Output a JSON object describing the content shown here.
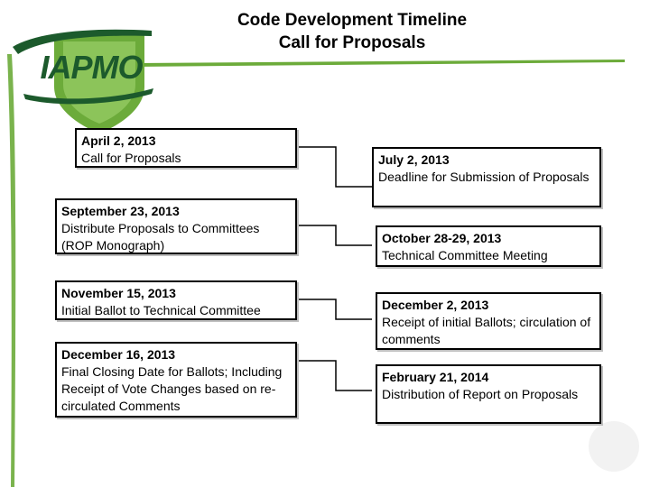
{
  "header": {
    "line1": "Code Development Timeline",
    "line2": "Call for Proposals"
  },
  "logo": {
    "text": "IAPMO",
    "colors": {
      "dark_green": "#1c5a2c",
      "light_green": "#6cab3a"
    }
  },
  "left_events": [
    {
      "date": "April 2, 2013",
      "description": "Call for Proposals"
    },
    {
      "date": "September 23, 2013",
      "description": "Distribute Proposals to Committees (ROP Monograph)"
    },
    {
      "date": "November 15, 2013",
      "description": "Initial Ballot to Technical Committee"
    },
    {
      "date": "December 16, 2013",
      "description": "Final Closing Date for Ballots; Including Receipt of Vote Changes based on re-circulated Comments"
    }
  ],
  "right_events": [
    {
      "date": "July 2, 2013",
      "description": "Deadline for Submission of Proposals"
    },
    {
      "date": "October 28-29, 2013",
      "description": "Technical Committee Meeting"
    },
    {
      "date": "December 2, 2013",
      "description": "Receipt of initial Ballots; circulation of comments"
    },
    {
      "date": "February 21, 2014",
      "description": "Distribution of Report on Proposals"
    }
  ]
}
